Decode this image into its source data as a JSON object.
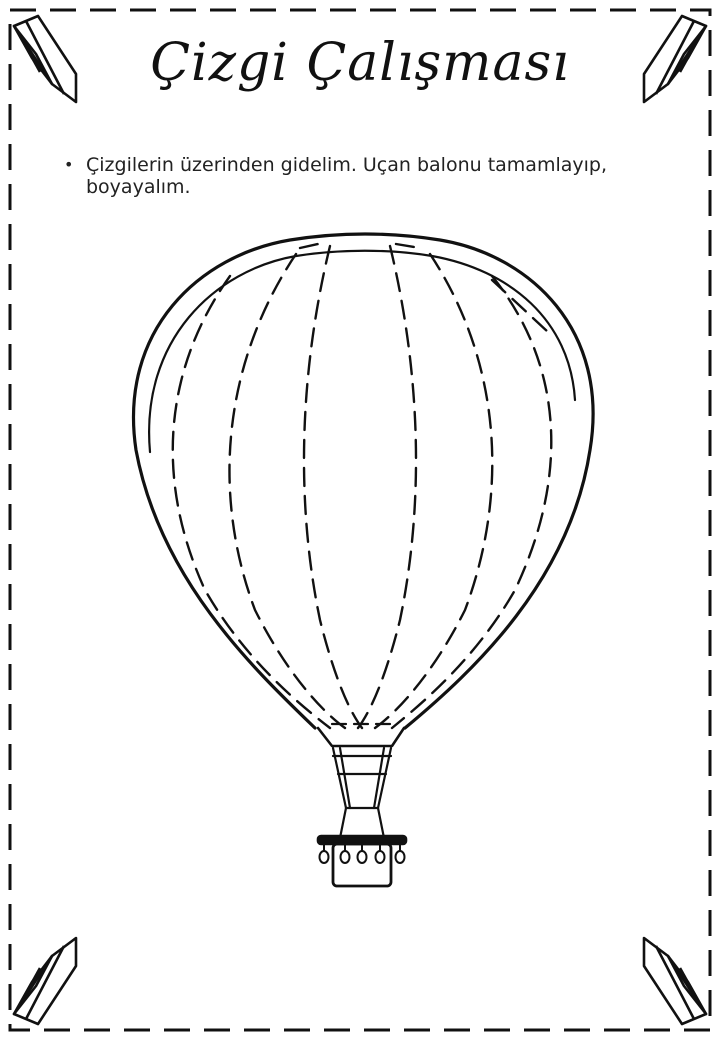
{
  "worksheet": {
    "title": "Çizgi Çalışması",
    "bullet": "•",
    "instruction": "Çizgilerin üzerinden gidelim. Uçan balonu tamamlayıp, boyayalım."
  },
  "illustration": {
    "subject": "hot-air-balloon",
    "corner_decoration": "pencil-icon"
  }
}
